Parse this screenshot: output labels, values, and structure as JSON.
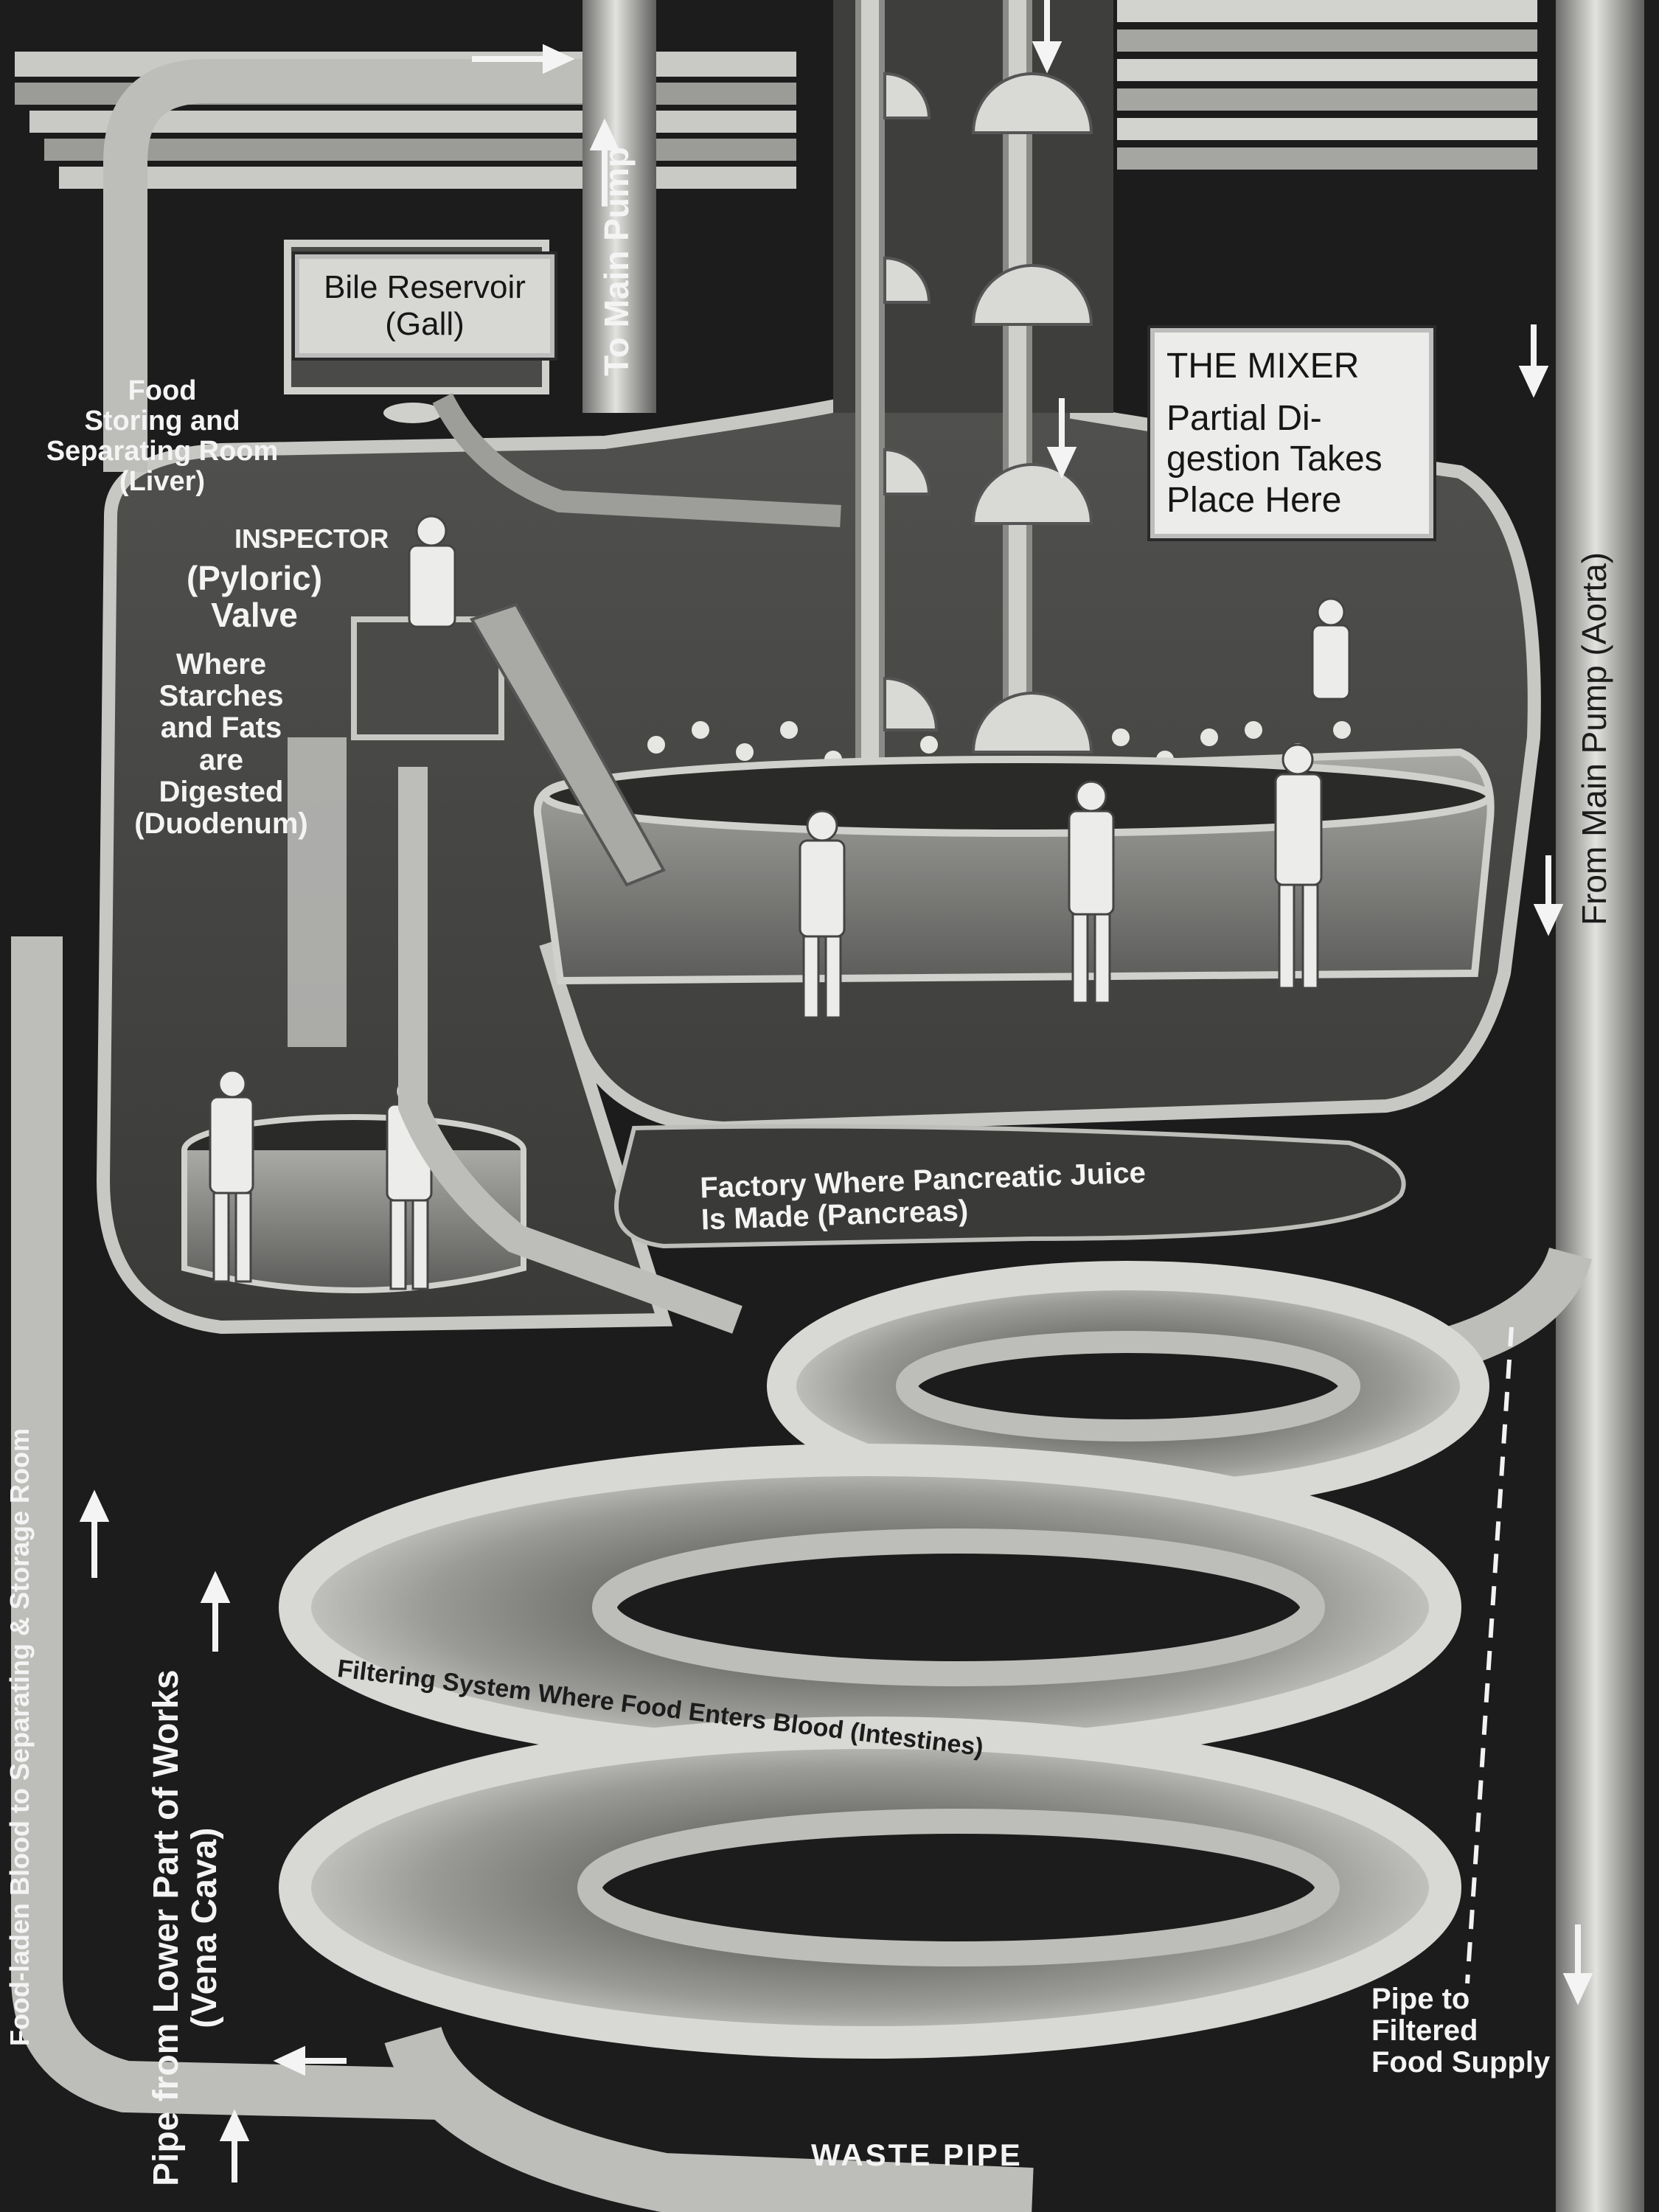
{
  "labels": {
    "bile_reservoir": [
      "Bile Reservoir",
      "(Gall)"
    ],
    "to_main_pump": "To Main Pump",
    "mixer_title": "THE MIXER",
    "mixer_desc": [
      "Partial Di-",
      "gestion Takes",
      "Place Here"
    ],
    "liver": [
      "Food",
      "Storing and",
      "Separating Room",
      "(Liver)"
    ],
    "inspector": "INSPECTOR",
    "pyloric_valve": [
      "(Pyloric)",
      "Valve"
    ],
    "duodenum": [
      "Where",
      "Starches",
      "and Fats",
      "are",
      "Digested",
      "(Duodenum)"
    ],
    "pancreas": [
      "Factory Where Pancreatic Juice",
      "Is Made (Pancreas)"
    ],
    "aorta": "From Main Pump (Aorta)",
    "intestines": "Filtering System Where Food Enters Blood (Intestines)",
    "vena_cava": [
      "Pipe from Lower Part of Works",
      "(Vena Cava)"
    ],
    "food_laden_blood": "Food-laden Blood to Separating & Storage Room",
    "filtered_food_supply": [
      "Pipe to",
      "Filtered",
      "Food Supply"
    ],
    "waste_pipe": "WASTE PIPE"
  },
  "colors": {
    "background": "#1c1c1c",
    "pipe_light": "#d9d9d6",
    "pipe_shadow": "#6d6d6b",
    "sign_fill": "#ececea",
    "label_text": "#f4f4f4"
  }
}
